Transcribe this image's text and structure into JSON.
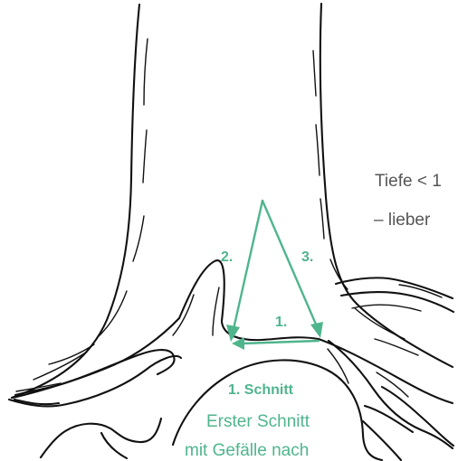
{
  "diagram": {
    "colors": {
      "accent": "#4fb58d",
      "ink": "#111111",
      "gray_text": "#555555",
      "background": "#ffffff"
    },
    "right_note": {
      "line1": "Tiefe < 1",
      "line2": "– lieber"
    },
    "cut_labels": {
      "step_1": "1.",
      "step_2": "2.",
      "step_3": "3."
    },
    "section": {
      "title": "1. Schnitt",
      "line1": "Erster Schnitt",
      "line2": "mit Gefälle nach"
    }
  }
}
